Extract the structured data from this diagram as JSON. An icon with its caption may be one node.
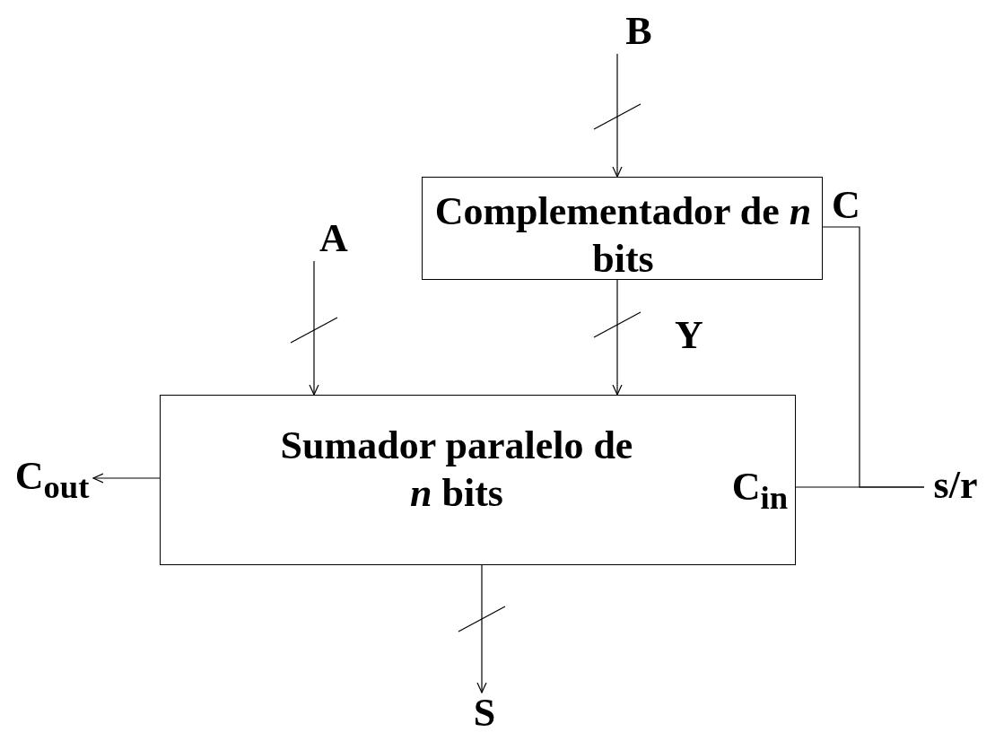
{
  "diagram": {
    "nodes": [
      {
        "text": [
          "B"
        ]
      },
      {
        "text": [
          "Complementador de *n* bits"
        ],
        "beside": [
          "C"
        ]
      },
      {
        "text": [
          "A"
        ]
      },
      {
        "text": [
          "Sumador paralelo de *n* bits",
          "C$_{in}$"
        ]
      },
      {
        "text": [
          "C$_{out}$"
        ]
      },
      {
        "text": [
          "s/r"
        ]
      },
      {
        "text": [
          "S"
        ]
      }
    ],
    "edges": [
      {
        "from": 0,
        "to": 1,
        "arrow": "to"
      },
      {
        "from": 2,
        "to": 3,
        "arrow": "to"
      },
      {
        "from": 1,
        "to": 3,
        "arrow": "to",
        "label": "Y"
      },
      {
        "from": 3,
        "to": 6,
        "arrow": "to"
      },
      {
        "from": 3,
        "to": 4,
        "arrow": "to"
      },
      {
        "from": 5,
        "to": 3,
        "arrow": "none"
      },
      {
        "from": 5,
        "to": 1,
        "arrow": "none"
      }
    ]
  }
}
